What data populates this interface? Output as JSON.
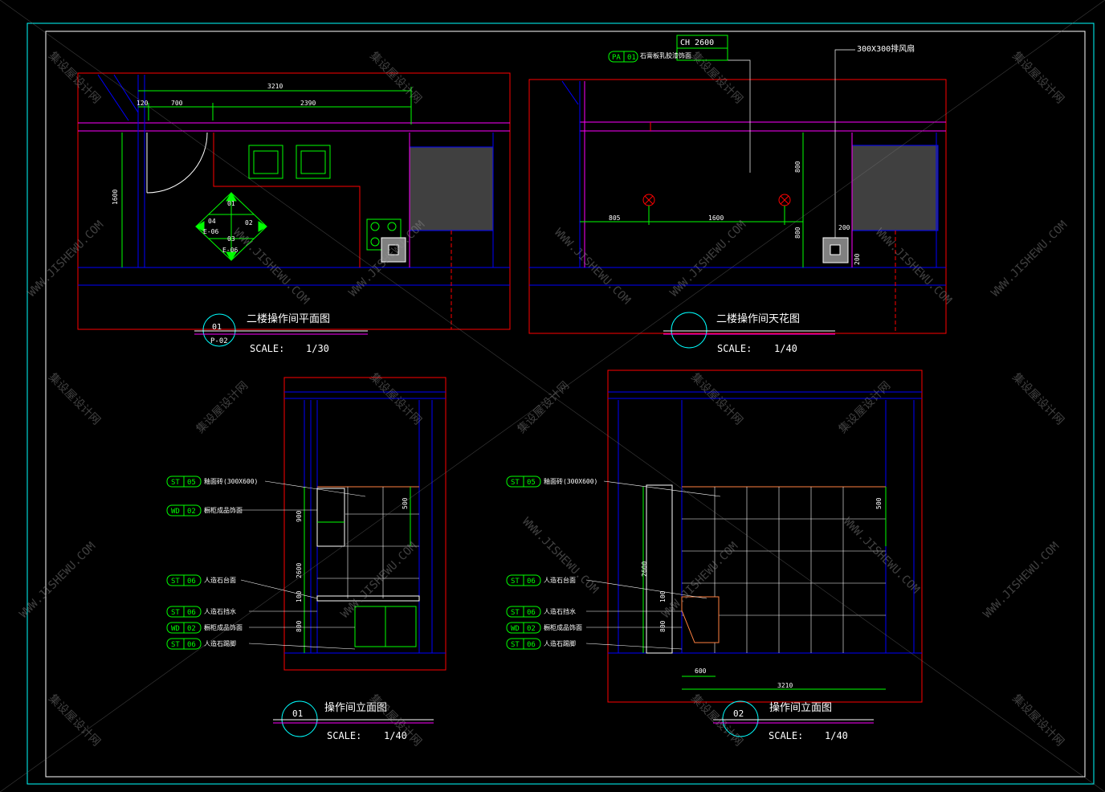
{
  "drawings": {
    "plan": {
      "title": "二楼操作间平面图",
      "circle_num": "01",
      "circle_ref": "P-02",
      "scale_label": "SCALE:",
      "scale_value": "1/30",
      "dims": [
        "3210",
        "120",
        "700",
        "2390",
        "1600"
      ],
      "symbol_labels": [
        "01",
        "02",
        "03",
        "04",
        "E-06",
        "E-06"
      ]
    },
    "ceiling": {
      "title": "二楼操作间天花图",
      "scale_label": "SCALE:",
      "scale_value": "1/40",
      "ch_label": "CH  2600",
      "pa_tag": [
        "PA",
        "01"
      ],
      "pa_note": "石膏板乳胶漆饰面",
      "vent_note": "300X300排风扇",
      "dims": [
        "805",
        "1600",
        "800",
        "800",
        "200",
        "200"
      ]
    },
    "elev1": {
      "title": "操作间立面图",
      "circle_num": "01",
      "scale_label": "SCALE:",
      "scale_value": "1/40",
      "dims": [
        "900",
        "500",
        "2600",
        "100",
        "800"
      ],
      "tags": [
        {
          "code": "ST",
          "num": "05",
          "text": "釉面砖(300X600)"
        },
        {
          "code": "WD",
          "num": "02",
          "text": "橱柜成品饰面"
        },
        {
          "code": "ST",
          "num": "06",
          "text": "人造石台面"
        },
        {
          "code": "ST",
          "num": "06",
          "text": "人造石挡水"
        },
        {
          "code": "WD",
          "num": "02",
          "text": "橱柜成品饰面"
        },
        {
          "code": "ST",
          "num": "06",
          "text": "人造石踢脚"
        }
      ]
    },
    "elev2": {
      "title": "操作间立面图",
      "circle_num": "02",
      "scale_label": "SCALE:",
      "scale_value": "1/40",
      "dims": [
        "500",
        "2600",
        "100",
        "800",
        "600",
        "3210"
      ],
      "tags": [
        {
          "code": "ST",
          "num": "05",
          "text": "釉面砖(300X600)"
        },
        {
          "code": "ST",
          "num": "06",
          "text": "人造石台面"
        },
        {
          "code": "ST",
          "num": "06",
          "text": "人造石挡水"
        },
        {
          "code": "WD",
          "num": "02",
          "text": "橱柜成品饰面"
        },
        {
          "code": "ST",
          "num": "06",
          "text": "人造石踢脚"
        }
      ]
    }
  },
  "watermark": {
    "cn": "集设屋设计网",
    "en": "WWW.JISHEWU.COM"
  },
  "colors": {
    "background": "#000000",
    "frame": "#00ffff",
    "wall": "#ff0000",
    "line_blue": "#0000ff",
    "line_magenta": "#ff00ff",
    "dimension": "#00ff00",
    "text": "#ffffff",
    "fill_gray": "#404040"
  }
}
